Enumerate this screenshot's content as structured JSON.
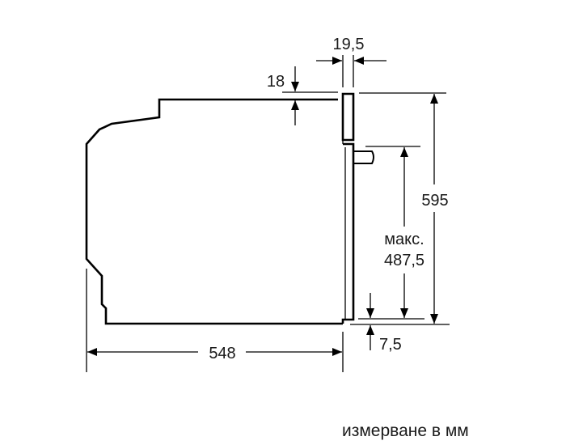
{
  "diagram": {
    "type": "built-in oven side-view dimension drawing",
    "dimensions": {
      "panel_thickness": "19,5",
      "top_offset": "18",
      "total_height": "595",
      "max_height_label": "макс.",
      "max_height_value": "487,5",
      "bottom_offset": "7,5",
      "depth": "548"
    },
    "units_note": "измерване в мм",
    "colors": {
      "line": "#000000",
      "text": "#1a1a1a",
      "background": "#ffffff"
    }
  }
}
